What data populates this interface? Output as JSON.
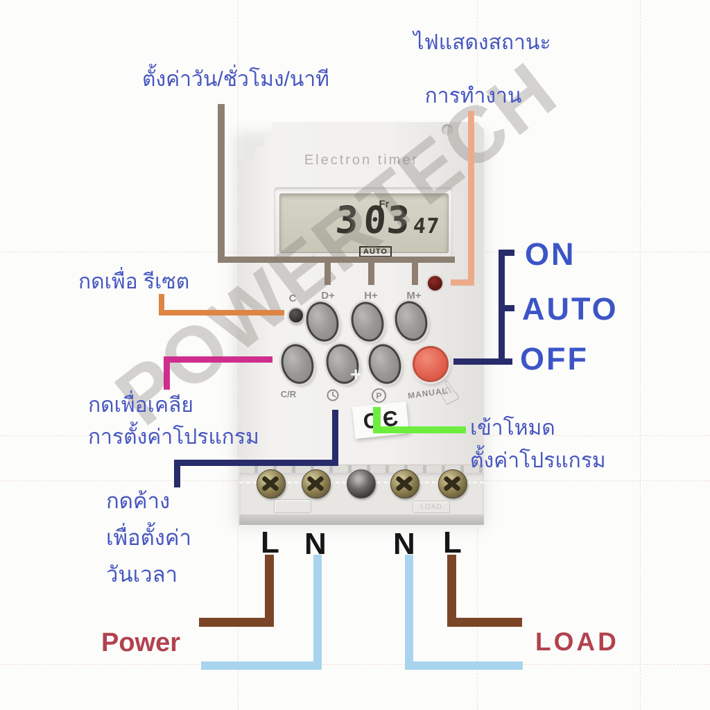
{
  "page": {
    "background": "#fcfcfb"
  },
  "watermark": {
    "text": "POWERTECH"
  },
  "annotations": {
    "set_day_hour_minute": "ตั้งค่าวัน/ชั่วโมง/นาที",
    "status_light_line1": "ไฟแสดงสถานะ",
    "status_light_line2": "การทำงาน",
    "reset": "กดเพื่อ รีเซต",
    "clear_line1": "กดเพื่อเคลีย",
    "clear_line2": "การตั้งค่าโปรแกรม",
    "hold_line1": "กดค้าง",
    "hold_line2": "เพื่อตั้งค่า",
    "hold_line3": "วันเวลา",
    "program_line1": "เข้าโหมด",
    "program_line2": "ตั้งค่าโปรแกรม",
    "mode_on": "ON",
    "mode_auto": "AUTO",
    "mode_off": "OFF",
    "power": "Power",
    "load": "LOAD"
  },
  "device": {
    "title": "Electron timer",
    "lcd": {
      "day": "Fr",
      "hour": "3",
      "minute": "03",
      "seconds": "47",
      "mode": "AUTO"
    },
    "buttons": {
      "c": "C",
      "d_plus": "D+",
      "h_plus": "H+",
      "m_plus": "M+",
      "cr": "C/R",
      "p": "P",
      "manual": "MANUAL"
    },
    "ce": {
      "left": "C",
      "right": "Є"
    },
    "plus_mark": "+",
    "terminal_marking": "LOAD"
  },
  "terminals": {
    "labels": [
      "L",
      "N",
      "N",
      "L"
    ]
  },
  "icons": {
    "pointing_hand": "☝"
  },
  "colors": {
    "page_bg": "#fcfcfb",
    "blue_text": "#4656c0",
    "mode_blue": "#3c55c6",
    "navy_line": "#282c6b",
    "gray_brown_line": "#8d8072",
    "salmon_line": "#ecaa8b",
    "orange_line": "#de8544",
    "magenta_line": "#d02e8d",
    "green_line": "#6dee3e",
    "wire_brown": "#7b4627",
    "wire_blue": "#a8d4ee",
    "power_red": "#b2424e",
    "terminal_black": "#161616",
    "lcd_digit": "#35352e",
    "manual_button_red": "#e2604e",
    "led_red": "#5a1511"
  }
}
